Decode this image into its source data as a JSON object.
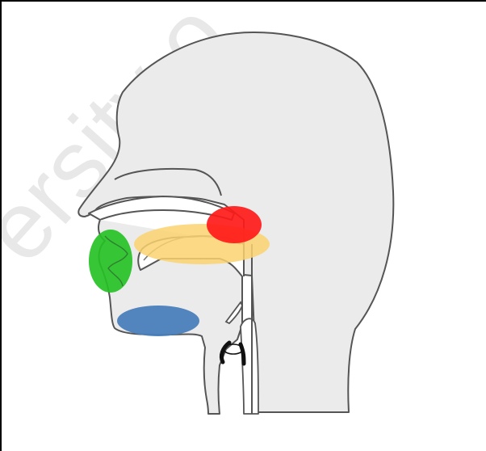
{
  "watermark": {
    "text": "ersity o"
  },
  "colors": {
    "background": "#ffffff",
    "frame_border": "#000000",
    "head_fill": "#ebebeb",
    "head_outline": "#555555",
    "nasal_region": "#ff1a1a",
    "oral_region": "#fcd370",
    "labial_region": "#25c125",
    "tongue_base_region": "#4a7ebc",
    "vocal_folds": "#111111"
  },
  "regions": [
    {
      "name": "nasal-region",
      "color": "red"
    },
    {
      "name": "oral-region",
      "color": "yellow"
    },
    {
      "name": "labial-region",
      "color": "green"
    },
    {
      "name": "tongue-base-region",
      "color": "blue"
    }
  ]
}
